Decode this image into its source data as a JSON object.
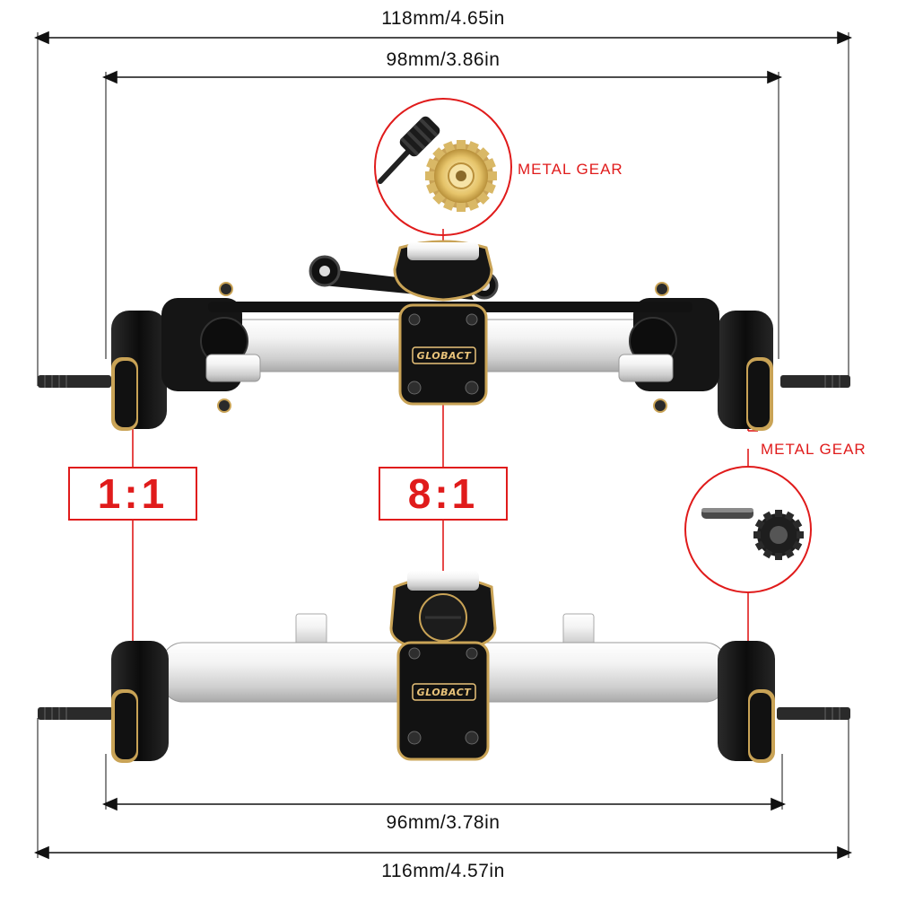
{
  "dimensions": {
    "top_outer": "118mm/4.65in",
    "top_inner": "98mm/3.86in",
    "bottom_inner": "96mm/3.78in",
    "bottom_outer": "116mm/4.57in"
  },
  "ratios": {
    "wheel_ratio": "1:1",
    "diff_ratio": "8:1"
  },
  "callouts": {
    "top_gear": "METAL GEAR",
    "bottom_gear": "METAL GEAR"
  },
  "brand": "GLOBACT",
  "colors": {
    "accent_red": "#e01b1b",
    "housing_black": "#121212",
    "brass": "#c9a356",
    "axle_silver": "#e9e9e9"
  }
}
